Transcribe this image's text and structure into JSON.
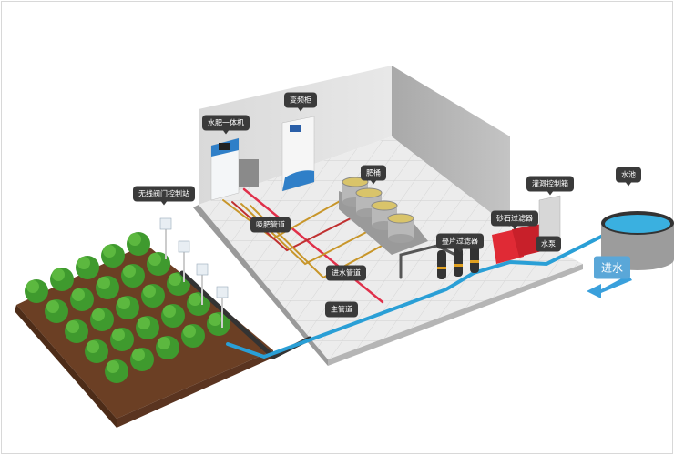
{
  "diagram": {
    "labels": {
      "inverter_cabinet": "变频柜",
      "fertigation_machine": "水肥一体机",
      "wireless_valve_station": "无线阀门控制站",
      "fertilizer_tanks": "肥桶",
      "suction_pipe": "吸肥管道",
      "inlet_pipe": "进水管道",
      "main_pipe": "主管道",
      "disc_filter": "叠片过滤器",
      "sand_filter": "砂石过滤器",
      "irrigation_control_box": "灌溉控制箱",
      "pump": "水泵",
      "pool": "水池",
      "water_inlet": "进水"
    },
    "colors": {
      "pipe_blue": "#2a9fd6",
      "suction_pipe": "#c8962a",
      "inlet_pipe": "#e0304a",
      "sand_filter": "#e02a35",
      "tree": "#3f9a2e"
    }
  }
}
